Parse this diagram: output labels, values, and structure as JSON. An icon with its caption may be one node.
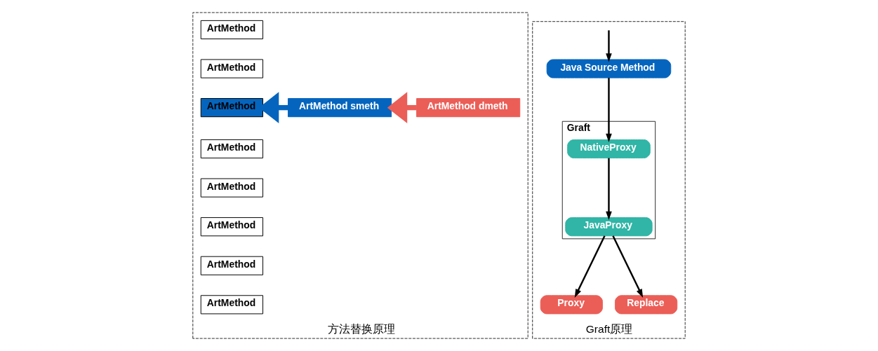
{
  "diagram": {
    "nodes": [
      {
        "text": [
          "方法替换原理"
        ]
      },
      {
        "text": [
          "ArtMethod"
        ],
        "in": 0
      },
      {
        "text": [
          "ArtMethod"
        ],
        "in": 0
      },
      {
        "text": [
          "ArtMethod"
        ],
        "in": 0
      },
      {
        "text": [
          "ArtMethod"
        ],
        "in": 0
      },
      {
        "text": [
          "ArtMethod"
        ],
        "in": 0
      },
      {
        "text": [
          "ArtMethod"
        ],
        "in": 0
      },
      {
        "text": [
          "ArtMethod"
        ],
        "in": 0
      },
      {
        "text": [
          "ArtMethod"
        ],
        "in": 0
      },
      {
        "text": [
          "ArtMethod smeth"
        ],
        "in": 0
      },
      {
        "text": [
          "ArtMethod dmeth"
        ],
        "in": 0
      },
      {
        "text": [
          "Graft原理"
        ]
      },
      {
        "text": [
          "Java Source Method"
        ],
        "in": 11
      },
      {
        "text": [
          "Graft"
        ],
        "in": 11
      },
      {
        "text": [
          "NativeProxy"
        ],
        "in": 13
      },
      {
        "text": [
          "JavaProxy"
        ],
        "in": 13
      },
      {
        "text": [
          "Proxy"
        ],
        "in": 11
      },
      {
        "text": [
          "Replace"
        ],
        "in": 11
      }
    ],
    "edges": [
      {
        "from": 10,
        "to": 9,
        "arrow": "to",
        "style": "thick",
        "color": "#eb5e57"
      },
      {
        "from": 9,
        "to": 3,
        "arrow": "to",
        "style": "thick",
        "color": "#0565be"
      },
      {
        "from": null,
        "to": 12,
        "arrow": "to"
      },
      {
        "from": 12,
        "to": 14,
        "arrow": "to"
      },
      {
        "from": 14,
        "to": 15,
        "arrow": "to"
      },
      {
        "from": 15,
        "to": 16,
        "arrow": "to"
      },
      {
        "from": 15,
        "to": 17,
        "arrow": "to"
      }
    ]
  }
}
